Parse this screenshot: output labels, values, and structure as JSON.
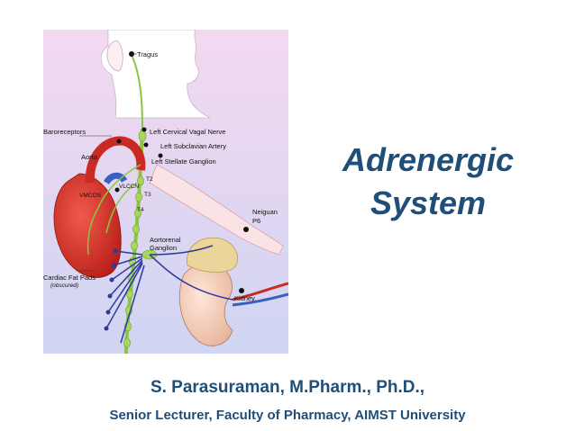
{
  "title_lines": [
    "Adrenergic",
    "System"
  ],
  "author": "S. Parasuraman, M.Pharm., Ph.D.,",
  "affiliation": "Senior Lecturer, Faculty of Pharmacy, AIMST University",
  "figure": {
    "labels": {
      "tragus": "Tragus",
      "baroreceptors": "Baroreceptors",
      "left_cervical_vagal_nerve": "Left Cervical Vagal Nerve",
      "left_subclavian_artery": "Left Subclavian Artery",
      "left_stellate_ganglion": "Left Stellate Ganglion",
      "aorta": "Aorta",
      "t2": "T2",
      "t3": "T3",
      "t4": "T4",
      "vlccn": "VLCCN",
      "vmccn": "VMCCN",
      "aortorenal_ganglion_1": "Aortorenal",
      "aortorenal_ganglion_2": "Ganglion",
      "neiguan_1": "Neiguan",
      "neiguan_2": "P6",
      "cardiac_fat_pads": "Cardiac Fat Pads",
      "obscured": "(obscured)",
      "kidney": "Kidney"
    }
  },
  "colors": {
    "title": "#1f4e79",
    "figure_bg_top": "#f3d7f0",
    "figure_bg_bottom": "#d4d8f2",
    "nerve_green": "#8cc63f",
    "nerve_blue": "#2b3a9f",
    "heart_red": "#d9342b",
    "adrenal_yellow": "#e9d591"
  }
}
